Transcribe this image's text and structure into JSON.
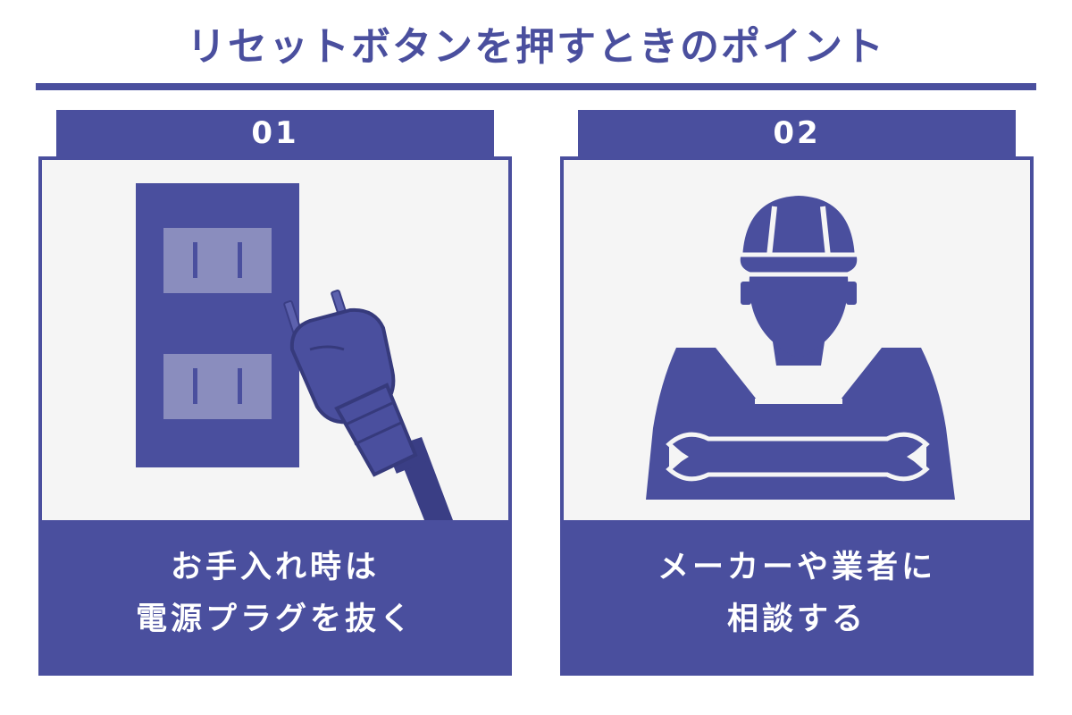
{
  "title": "リセットボタンを押すときのポイント",
  "colors": {
    "primary": "#4a4f9e",
    "panel_bg": "#f5f5f5",
    "text_light": "#ffffff"
  },
  "points": [
    {
      "number": "01",
      "caption_lines": [
        "お手入れ時は",
        "電源プラグを抜く"
      ],
      "icon": "power-outlet-plug-icon"
    },
    {
      "number": "02",
      "caption_lines": [
        "メーカーや業者に",
        "相談する"
      ],
      "icon": "worker-with-wrench-icon"
    }
  ]
}
